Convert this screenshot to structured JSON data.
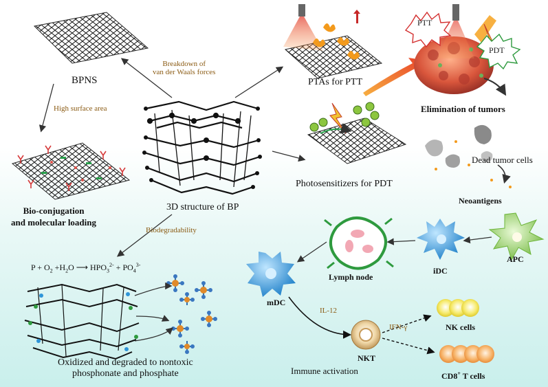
{
  "labels": {
    "bpns": "BPNS",
    "breakdown": [
      "Breakdown of",
      "van der Waals forces"
    ],
    "high_surface_area": "High surface area",
    "bioconjugation": [
      "Bio-conjugation",
      "and molecular loading"
    ],
    "structure_3d": "3D structure of BP",
    "biodegradability": "Biodegradability",
    "ptas_ptt": "PTAs for PTT",
    "photosensitizers_pdt": "Photosensitizers for PDT",
    "elimination": "Elimination of tumors",
    "ptt_badge": "PTT",
    "pdt_badge": "PDT",
    "dead_cells": "Dead tumor cells",
    "neoantigens": "Neoantigens",
    "apc": "APC",
    "idc": "iDC",
    "lymph_node": "Lymph node",
    "mdc": "mDC",
    "il12": "IL-12",
    "nkt": "NKT",
    "immune_activation": "Immune activation",
    "ifn": "IFN-γ",
    "nk_cells": "NK cells",
    "cd8_prefix": "CD8",
    "cd8_sup": "+",
    "cd8_suffix": " T cells",
    "oxidized": [
      "Oxidized and degraded to nontoxic",
      "phosphonate and phosphate"
    ]
  },
  "equation": {
    "lhs_p": "P + O",
    "o_sub": "2",
    "plus_h": " +H",
    "h_sub": "2",
    "o": "O",
    "arrow": "⟶",
    "hpo": "HPO",
    "hpo_sub": "3",
    "hpo_sup": "2-",
    "plus": " + PO",
    "po_sub": "4",
    "po_sup": "3-"
  },
  "colors": {
    "accent_brown": "#8a5a12",
    "cell_blue": "#2f95d8",
    "apc_green": "#8fd14f",
    "nk_yellow": "#f2e23c",
    "cd8_orange": "#f4a04a",
    "tumor_red": "#c8403a"
  }
}
